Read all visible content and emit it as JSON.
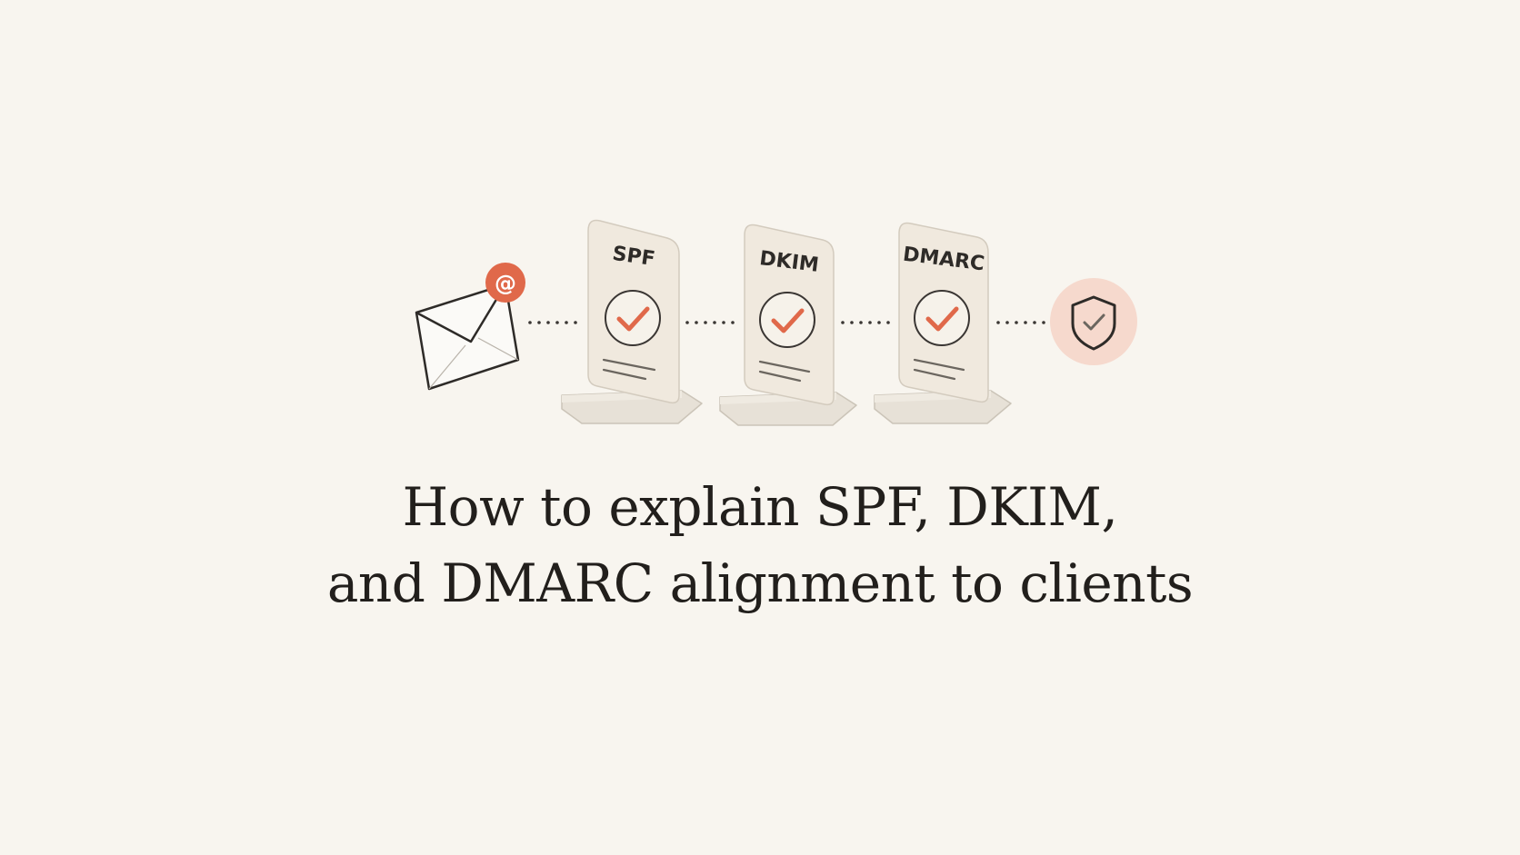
{
  "hero": {
    "envelope_badge": "@",
    "checks": [
      {
        "label": "SPF"
      },
      {
        "label": "DKIM"
      },
      {
        "label": "DMARC"
      }
    ],
    "accent_color": "#e0694a",
    "shield_bg_color": "#f6d9cd"
  },
  "title": {
    "line1": "How to explain SPF, DKIM,",
    "line2": "and DMARC alignment to clients"
  }
}
